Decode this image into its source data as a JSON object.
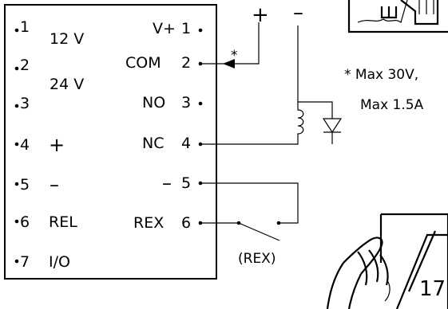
{
  "left_terminals": [
    {
      "number": "1"
    },
    {
      "number": "2"
    },
    {
      "number": "3"
    },
    {
      "number": "4",
      "label": "+"
    },
    {
      "number": "5",
      "label": "–"
    },
    {
      "number": "6",
      "label": "REL"
    },
    {
      "number": "7",
      "label": "I/O"
    }
  ],
  "voltage_labels": {
    "v12": "12 V",
    "v24": "24 V"
  },
  "right_terminals": [
    {
      "label": "V+",
      "number": "1"
    },
    {
      "label": "COM",
      "number": "2"
    },
    {
      "label": "NO",
      "number": "3"
    },
    {
      "label": "NC",
      "number": "4"
    },
    {
      "label": "–",
      "number": "5"
    },
    {
      "label": "REX",
      "number": "6"
    }
  ],
  "com_asterisk": "*",
  "supply": {
    "plus": "+",
    "minus": "–"
  },
  "note": {
    "line1": "* Max 30V,",
    "line2": "Max 1.5A"
  },
  "rex_switch_label": "(REX)",
  "page_number": "17"
}
